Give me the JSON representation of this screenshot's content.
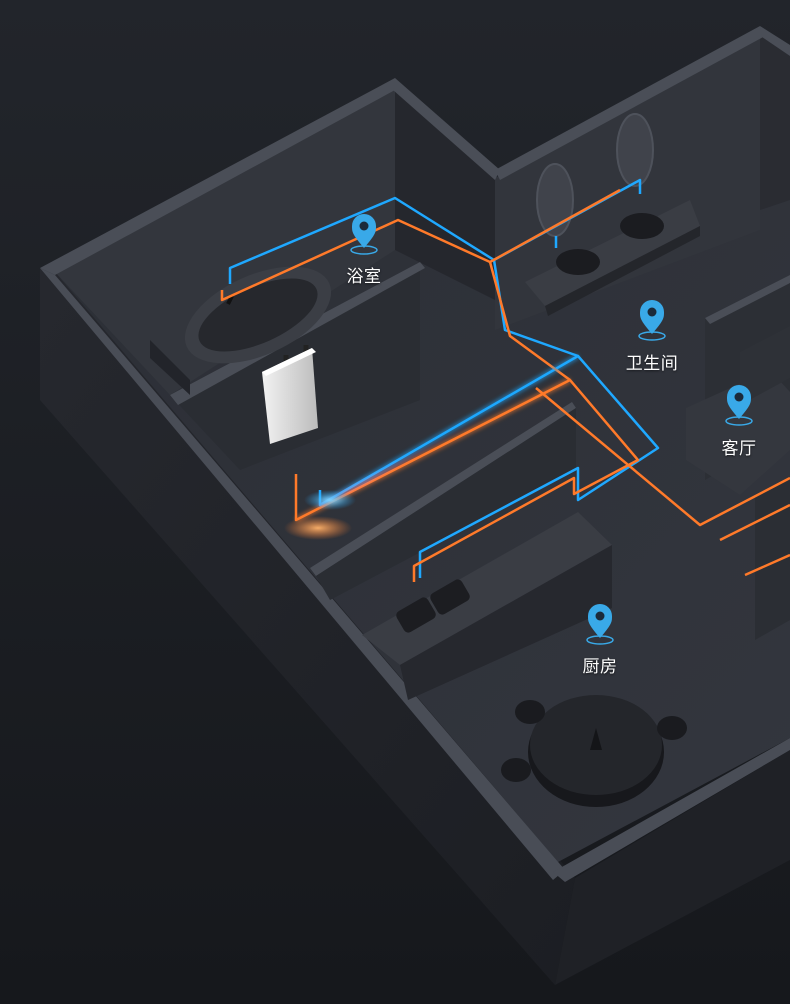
{
  "colors": {
    "background": "#1b1d22",
    "floor": "#2d3038",
    "wall_top": "#4a4e57",
    "wall_face": "#23252b",
    "hot_pipe": "#ff7a2a",
    "cold_pipe": "#1fa8ff",
    "pin": "#39a9e8",
    "heater": "#e4e4e4"
  },
  "rooms": [
    {
      "id": "bathroom",
      "label": "浴室",
      "icon": "location-pin-icon"
    },
    {
      "id": "toilet",
      "label": "卫生间",
      "icon": "location-pin-icon"
    },
    {
      "id": "living-room",
      "label": "客厅",
      "icon": "location-pin-icon"
    },
    {
      "id": "kitchen",
      "label": "厨房",
      "icon": "location-pin-icon"
    }
  ]
}
